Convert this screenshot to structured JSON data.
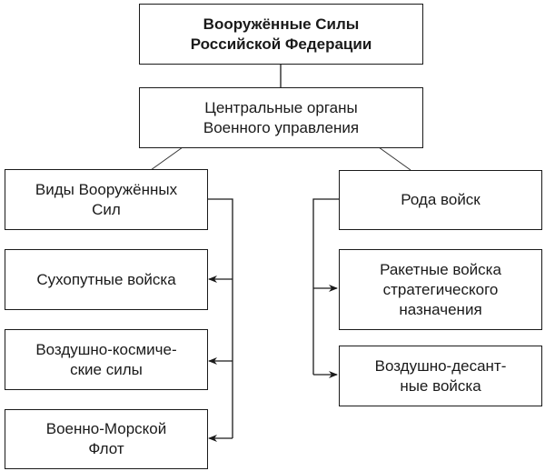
{
  "diagram": {
    "root": {
      "label": "Вооружённые Силы\nРоссийской Федерации"
    },
    "central": {
      "label": "Центральные органы\nВоенного управления"
    },
    "left_branch": {
      "label": "Виды Вооружённых\nСил",
      "children": [
        {
          "label": "Сухопутные войска"
        },
        {
          "label": "Воздушно-космиче-\nские силы"
        },
        {
          "label": "Военно-Морской\nФлот"
        }
      ]
    },
    "right_branch": {
      "label": "Рода войск",
      "children": [
        {
          "label": "Ракетные войска\nстратегического\nназначения"
        },
        {
          "label": "Воздушно-десант-\nные войска"
        }
      ]
    }
  }
}
